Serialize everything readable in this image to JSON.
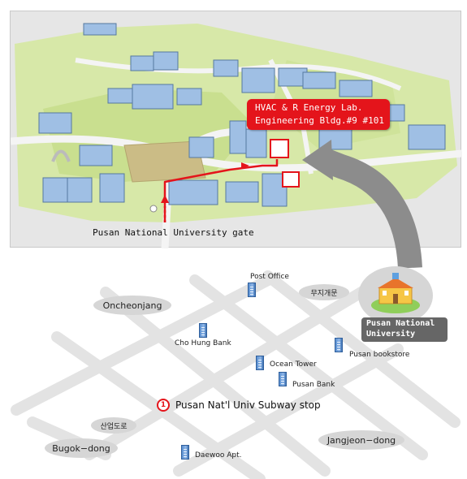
{
  "campus": {
    "lab_label_line1": "HVAC & R Energy Lab.",
    "lab_label_line2": "Engineering Bldg.#9 #101",
    "gate_label": "Pusan National University gate"
  },
  "street_map": {
    "university_label_line1": "Pusan National",
    "university_label_line2": "University",
    "subway_number": "1",
    "subway_label": "Pusan Nat'l Univ Subway stop",
    "places": {
      "post_office": "Post Office",
      "mujigaemun": "무지개문",
      "oncheonjang": "Oncheonjang",
      "cho_hung_bank": "Cho Hung Bank",
      "ocean_tower": "Ocean Tower",
      "pusan_bank": "Pusan Bank",
      "pusan_bookstore": "Pusan bookstore",
      "saneop_doro": "산업도로",
      "bugok_dong": "Bugok−dong",
      "jangjeon_dong": "Jangjeon−dong",
      "daewoo_apt": "Daewoo Apt."
    }
  },
  "colors": {
    "route": "#e4141b",
    "label_box": "#e4141b",
    "road": "#e3e3e3",
    "building_blue": "#5a8fd0",
    "arrow_gray": "#8c8c8c"
  }
}
